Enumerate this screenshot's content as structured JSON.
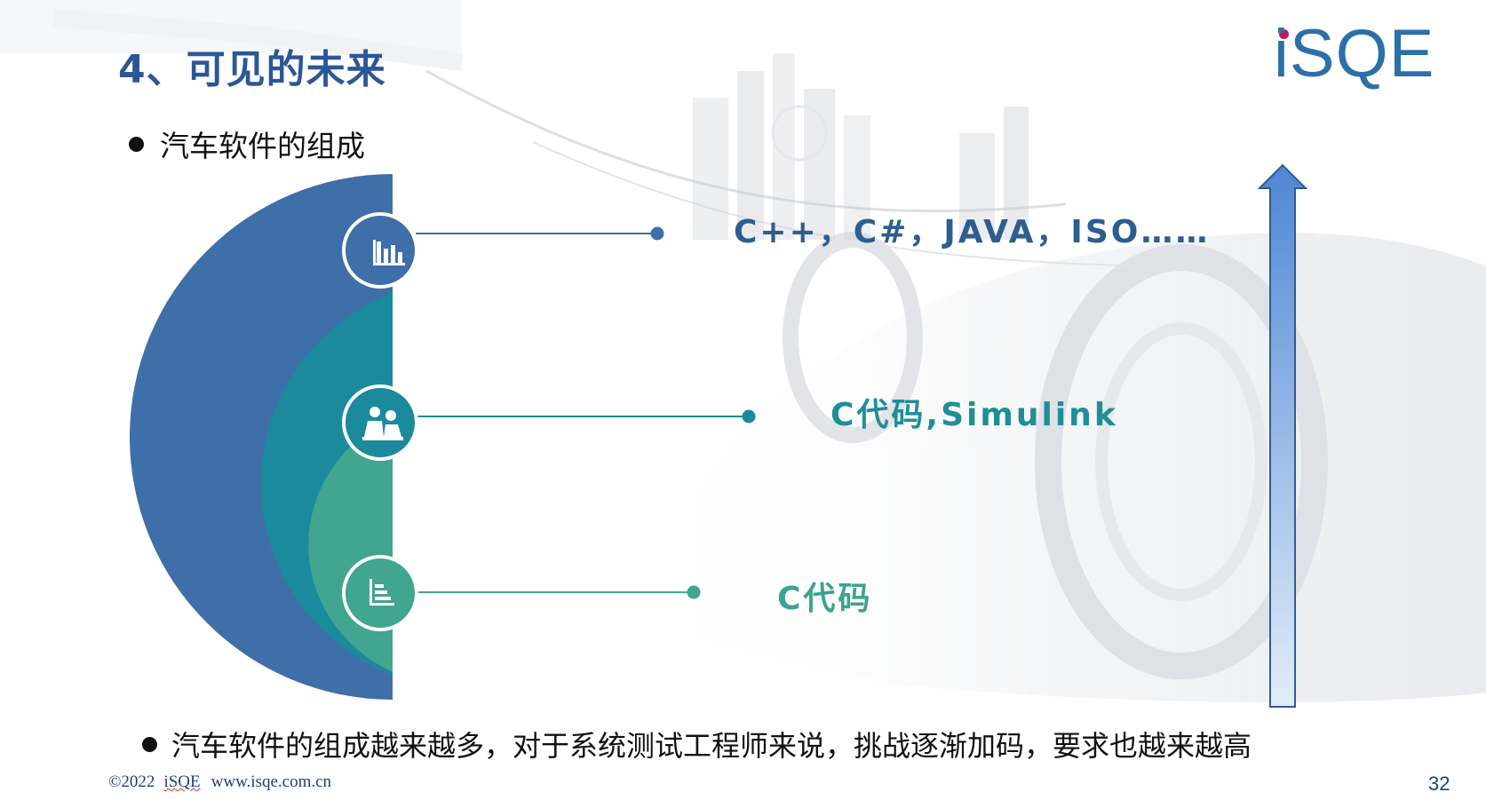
{
  "title": "4、可见的未来",
  "logo": {
    "text": "iSQE",
    "dot_color": "#c2185b",
    "color": "#2d6fa8"
  },
  "bullets": {
    "top": "汽车软件的组成",
    "bottom": "汽车软件的组成越来越多，对于系统测试工程师来说，挑战逐渐加码，要求也越来越高"
  },
  "layers": [
    {
      "label": "C++，C#，JAVA，ISO……",
      "icon": "bar-chart-icon",
      "color": "#3f6fa8"
    },
    {
      "label": "C代码,Simulink",
      "icon": "meeting-people-icon",
      "color": "#1a8a9c"
    },
    {
      "label": "C代码",
      "icon": "list-chart-icon",
      "color": "#42a58f"
    }
  ],
  "arrow": {
    "icon": "up-arrow-icon",
    "color": "#5b8fd6"
  },
  "footer": {
    "copyright": "©2022",
    "brand": "iSQE",
    "url": "www.isqe.com.cn",
    "page_number": "32"
  }
}
